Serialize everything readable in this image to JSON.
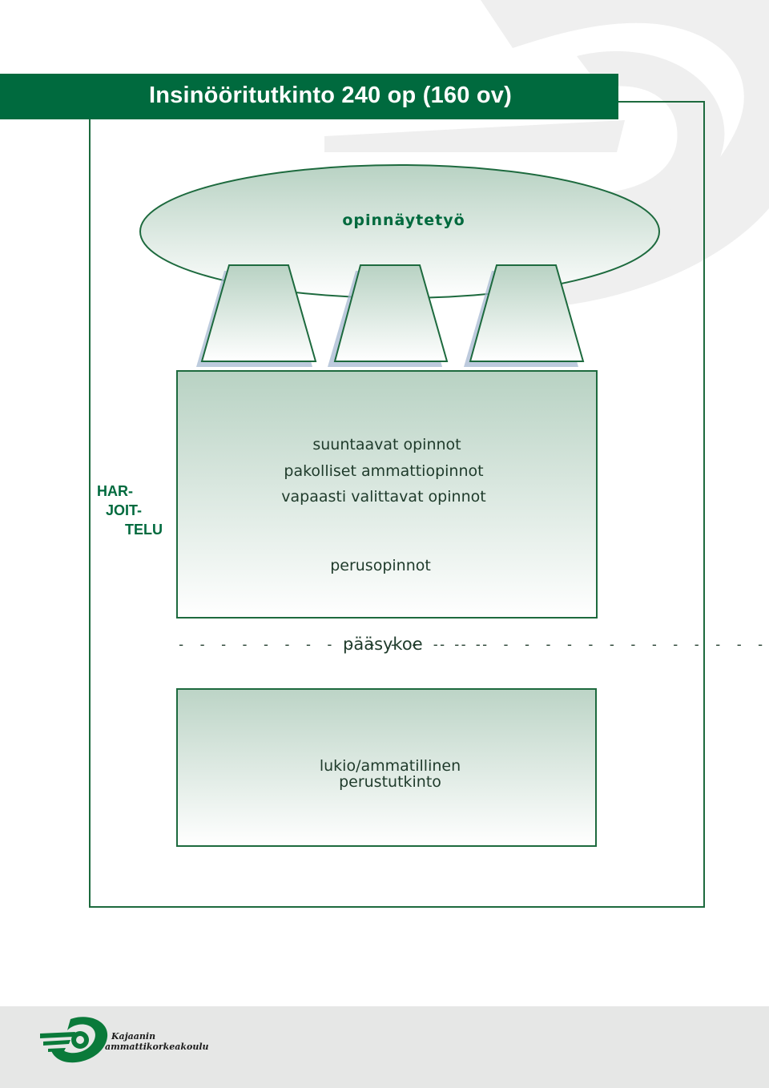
{
  "header": {
    "title": "Insinööritutkinto 240 op (160 ov)"
  },
  "diagram": {
    "thesis": "opinnäytetyö",
    "practice_label": [
      "HAR-",
      "JOIT-",
      "TELU"
    ],
    "studies": {
      "line1": "suuntaavat opinnot",
      "line2": "pakolliset ammattiopinnot",
      "line3": "vapaasti valittavat opinnot",
      "line4": "perusopinnot"
    },
    "entrance": "pääsykoe",
    "base": {
      "line1": "lukio/ammatillinen",
      "line2": "perustutkinto"
    }
  },
  "footer": {
    "logo_line1": "Kajaanin",
    "logo_line2": "ammattikorkeakoulu"
  },
  "colors": {
    "brand_green": "#006a3e",
    "light_green": "#b9d3c5",
    "footer_gray": "#e6e7e6"
  }
}
